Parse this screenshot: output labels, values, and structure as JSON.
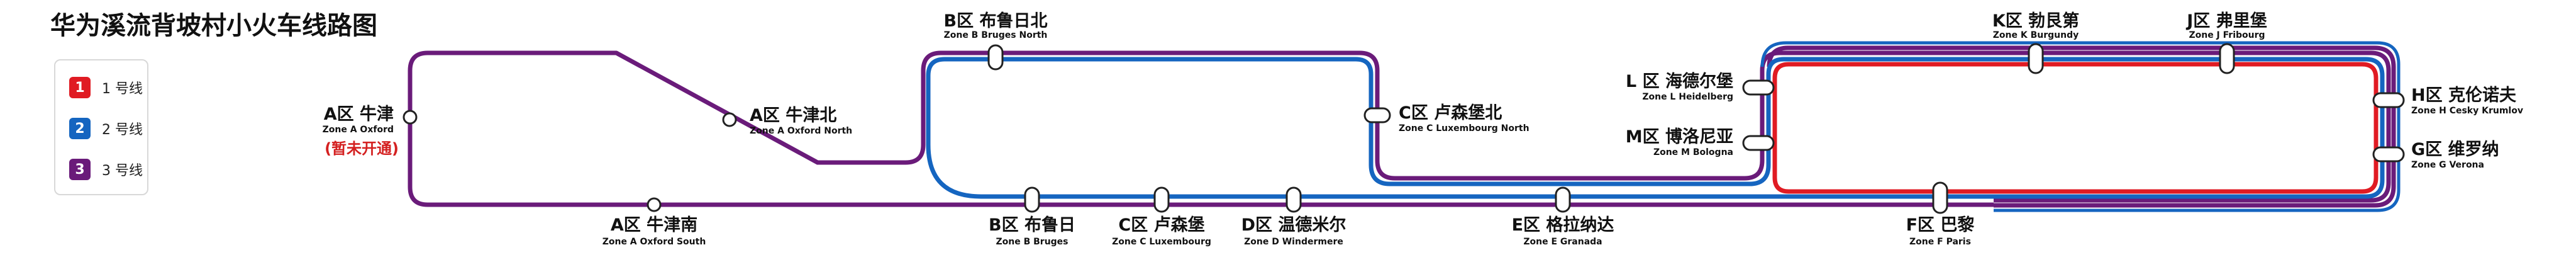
{
  "title": "华为溪流背坡村小火车线路图",
  "legend": [
    {
      "badge": "1",
      "label": "1 号线",
      "color": "#e01b23"
    },
    {
      "badge": "2",
      "label": "2 号线",
      "color": "#1565c0"
    },
    {
      "badge": "3",
      "label": "3 号线",
      "color": "#6a1b7a"
    }
  ],
  "stations": {
    "oxford": {
      "name": "A区 牛津",
      "sub": "Zone A Oxford",
      "note": "(暂未开通)"
    },
    "oxford_north": {
      "name": "A区 牛津北",
      "sub": "Zone A Oxford North"
    },
    "oxford_south": {
      "name": "A区 牛津南",
      "sub": "Zone A Oxford South"
    },
    "bruges_north": {
      "name": "B区 布鲁日北",
      "sub": "Zone B Bruges North"
    },
    "bruges": {
      "name": "B区 布鲁日",
      "sub": "Zone B Bruges"
    },
    "luxembourg": {
      "name": "C区 卢森堡",
      "sub": "Zone C Luxembourg"
    },
    "luxembourg_north": {
      "name": "C区 卢森堡北",
      "sub": "Zone C Luxembourg North"
    },
    "windermere": {
      "name": "D区 温德米尔",
      "sub": "Zone D Windermere"
    },
    "granada": {
      "name": "E区 格拉纳达",
      "sub": "Zone E Granada"
    },
    "paris": {
      "name": "F区 巴黎",
      "sub": "Zone F Paris"
    },
    "verona": {
      "name": "G区 维罗纳",
      "sub": "Zone G Verona"
    },
    "cesky_krumlov": {
      "name": "H区 克伦诺夫",
      "sub": "Zone H Cesky Krumlov"
    },
    "fribourg": {
      "name": "J区 弗里堡",
      "sub": "Zone J Fribourg"
    },
    "burgundy": {
      "name": "K区 勃艮第",
      "sub": "Zone K Burgundy"
    },
    "heidelberg": {
      "name": "L 区 海德尔堡",
      "sub": "Zone L Heidelberg"
    },
    "bologna": {
      "name": "M区 博洛尼亚",
      "sub": "Zone M Bologna"
    }
  }
}
